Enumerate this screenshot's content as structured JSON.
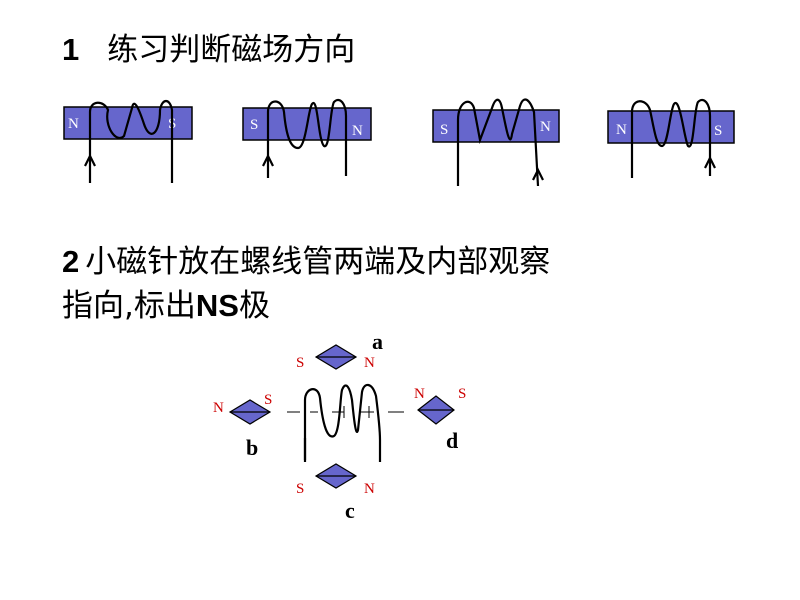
{
  "section1": {
    "number": "1",
    "text": "练习判断磁场方向"
  },
  "section2": {
    "number": "2",
    "line1": "小磁针放在螺线管两端及内部观察",
    "line2_a": "指向,标出",
    "line2_bold": "NS",
    "line2_b": "极"
  },
  "magnets": [
    {
      "left": "N",
      "right": "S"
    },
    {
      "left": "S",
      "right": "N"
    },
    {
      "left": "S",
      "right": "N"
    },
    {
      "left": "N",
      "right": "S"
    }
  ],
  "needles": {
    "a": {
      "label": "a",
      "left": "S",
      "right": "N"
    },
    "b": {
      "label": "b",
      "left": "N",
      "right": "S"
    },
    "c": {
      "label": "c",
      "left": "S",
      "right": "N"
    },
    "d": {
      "label": "d",
      "left": "N",
      "right": "S"
    }
  },
  "colors": {
    "bar": "#6666cc",
    "pole_label": "#ffffff",
    "needle_label": "#cc0000"
  }
}
